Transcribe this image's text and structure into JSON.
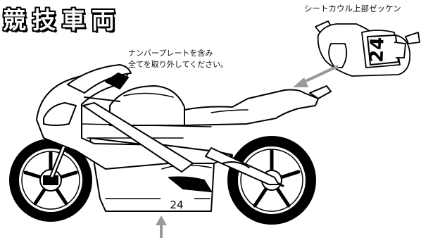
{
  "title": "競技車両",
  "seat_cowl_caption": "シートカウル上部ゼッケン",
  "instruction": {
    "line1": "ナンバープレートを含み",
    "line2": "全てを取り外してください。"
  },
  "side_number": "24",
  "top_number": "24",
  "colors": {
    "ink": "#000000",
    "arrow": "#9a9a9a",
    "background": "#ffffff"
  }
}
